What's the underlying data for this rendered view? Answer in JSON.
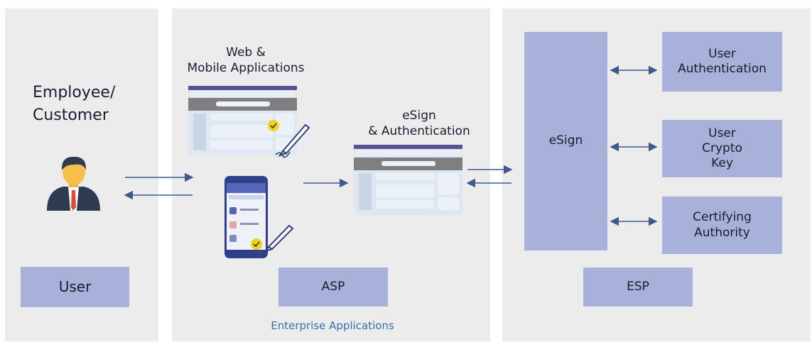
{
  "user_section": {
    "heading_line1": "Employee/",
    "heading_line2": "Customer",
    "box_label": "User"
  },
  "asp_section": {
    "apps_line1": "Web &",
    "apps_line2": "Mobile Applications",
    "esign_line1": "eSign",
    "esign_line2": "& Authentication",
    "box_label": "ASP",
    "caption": "Enterprise Applications"
  },
  "esp_section": {
    "main_box": "eSign",
    "services": [
      {
        "line1": "User",
        "line2": "Authentication"
      },
      {
        "line1": "User",
        "line2": "Crypto",
        "line3": "Key"
      },
      {
        "line1": "Certifying",
        "line2": "Authority"
      }
    ],
    "box_label": "ESP"
  },
  "colors": {
    "panel": "#ececed",
    "box": "#a7b1d9",
    "arrow": "#3c5a91",
    "caption": "#3a6fb0"
  }
}
